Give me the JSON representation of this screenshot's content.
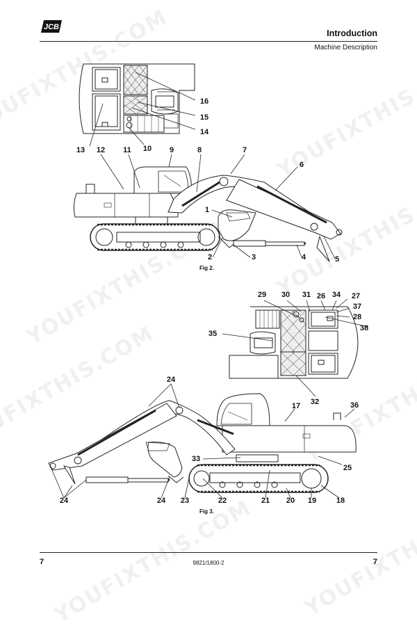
{
  "header": {
    "logo_text": "JCB",
    "title": "Introduction",
    "subtitle": "Machine Description"
  },
  "figure2": {
    "caption": "Fig 2.",
    "callouts": [
      "1",
      "2",
      "3",
      "4",
      "5",
      "6",
      "7",
      "8",
      "9",
      "10",
      "11",
      "12",
      "13",
      "14",
      "15",
      "16"
    ]
  },
  "figure3": {
    "caption": "Fig 3.",
    "callouts": [
      "17",
      "18",
      "19",
      "20",
      "21",
      "22",
      "23",
      "24",
      "24",
      "24",
      "24",
      "25",
      "26",
      "27",
      "28",
      "29",
      "30",
      "31",
      "32",
      "33",
      "34",
      "35",
      "36",
      "37",
      "38"
    ]
  },
  "watermarks": [
    "YOUFIXTHIS.COM",
    "YOUFIXTHIS.COM",
    "YOUFIXTHIS.COM",
    "YOUFIXTHIS.COM",
    "YOUFIXTHIS.COM",
    "YOUFIXTHIS.COM",
    "YOUFIXTHIS.COM",
    "YOUFIXTHIS.COM"
  ],
  "footer": {
    "page_left": "7",
    "doc_code": "9821/1800-2",
    "page_right": "7"
  }
}
